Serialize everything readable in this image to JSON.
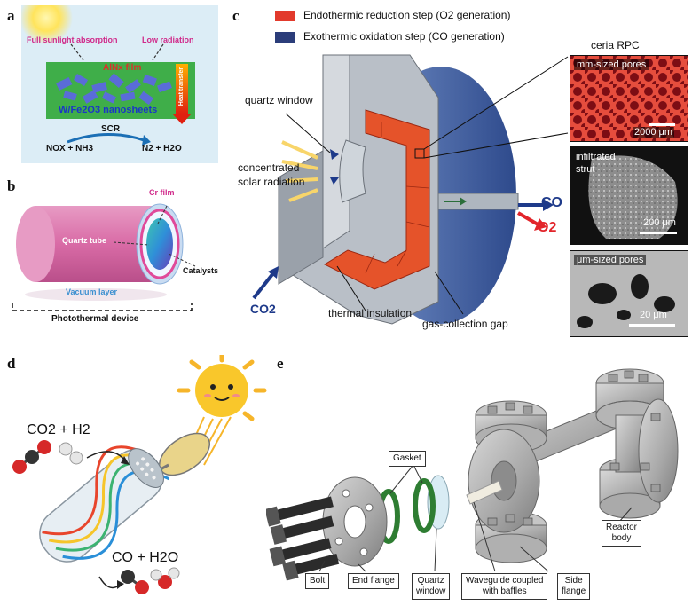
{
  "panels": {
    "a": {
      "letter": "a",
      "sunlight_label": "Full sunlight absorption",
      "radiation_label": "Low radiation",
      "film_label": "AlNx film",
      "nanosheet_label": "W/Fe2O3 nanosheets",
      "heat_label": "Heat transfer",
      "reaction": {
        "left": "NOX + NH3",
        "catalyst": "SCR",
        "right": "N2 + H2O"
      }
    },
    "b": {
      "letter": "b",
      "cr_label": "Cr film",
      "tube_label": "Quartz tube",
      "catalyst_label": "Catalysts",
      "vacuum_label": "Vacuum layer",
      "device_label": "Photothermal device"
    },
    "c": {
      "letter": "c",
      "legend": [
        {
          "label": "Endothermic reduction step (O2 generation)",
          "color": "#e23a2c"
        },
        {
          "label": "Exothermic oxidation step (CO generation)",
          "color": "#2b3d7a"
        }
      ],
      "quartz_window": "quartz window",
      "solar_1": "concentrated",
      "solar_2": "solar radiation",
      "co2": "CO2",
      "thermal": "thermal insulation",
      "gas_gap": "gas-collection gap",
      "co": "CO",
      "o2": "O2",
      "rpc_title": "ceria RPC",
      "inset1": {
        "label": "mm-sized pores",
        "scale": "2000 μm"
      },
      "inset2": {
        "label1": "infiltrated",
        "label2": "strut",
        "scale": "200 μm"
      },
      "inset3": {
        "label": "μm-sized pores",
        "scale": "20 μm"
      }
    },
    "d": {
      "letter": "d",
      "reactants": "CO2 + H2",
      "products": "CO + H2O"
    },
    "e": {
      "letter": "e",
      "labels": {
        "gasket": "Gasket",
        "bolt": "Bolt",
        "end_flange": "End flange",
        "quartz_1": "Quartz",
        "quartz_2": "window",
        "waveguide_1": "Waveguide coupled",
        "waveguide_2": "with baffles",
        "side_1": "Side",
        "side_2": "flange",
        "reactor_1": "Reactor",
        "reactor_2": "body"
      }
    }
  },
  "colors": {
    "reduction_red": "#e23a2c",
    "oxidation_blue": "#2b3d7a",
    "pink_tube": "#d96ba6",
    "film_green": "#3fae49",
    "flange_gray": "#a9a9a9"
  }
}
